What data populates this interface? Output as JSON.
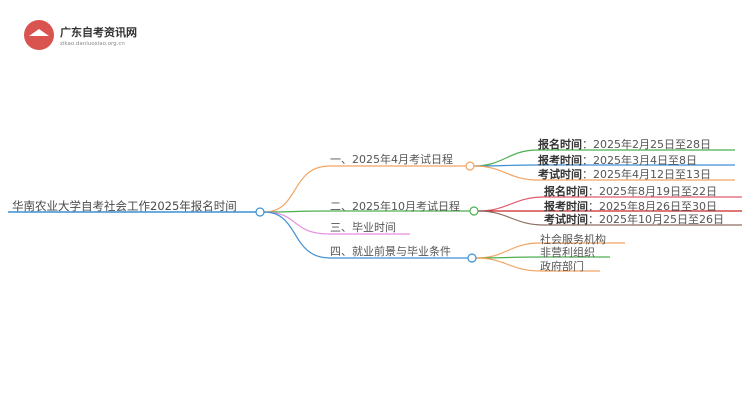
{
  "logo": {
    "site_name": "广东自考资讯网",
    "site_url": "zikao.danluoxiao.org.cn"
  },
  "root": "华南农业大学自考社会工作2025年报名时间",
  "branches": [
    {
      "label": "一、2025年4月考试日程",
      "color": "#f4a460",
      "children": [
        {
          "key": "报名时间",
          "value": "：2025年2月25日至28日",
          "color": "#4caf50"
        },
        {
          "key": "报考时间",
          "value": "：2025年3月4日至8日",
          "color": "#3f8fd2"
        },
        {
          "key": "考试时间",
          "value": "：2025年4月12日至13日",
          "color": "#f4a460"
        }
      ]
    },
    {
      "label": "二、2025年10月考试日程",
      "color": "#4caf50",
      "children": [
        {
          "key": "报名时间",
          "value": "：2025年8月19日至22日",
          "color": "#e05b6f"
        },
        {
          "key": "报考时间",
          "value": "：2025年8月26日至30日",
          "color": "#c62828"
        },
        {
          "key": "考试时间",
          "value": "：2025年10月25日至26日",
          "color": "#8d6e63"
        }
      ]
    },
    {
      "label": "三、毕业时间",
      "color": "#e58de0",
      "children": []
    },
    {
      "label": "四、就业前景与毕业条件",
      "color": "#3f8fd2",
      "children": [
        {
          "key": "",
          "value": "社会服务机构",
          "color": "#f4a460"
        },
        {
          "key": "",
          "value": "非营利组织",
          "color": "#4caf50"
        },
        {
          "key": "",
          "value": "政府部门",
          "color": "#f4a460"
        }
      ]
    }
  ]
}
